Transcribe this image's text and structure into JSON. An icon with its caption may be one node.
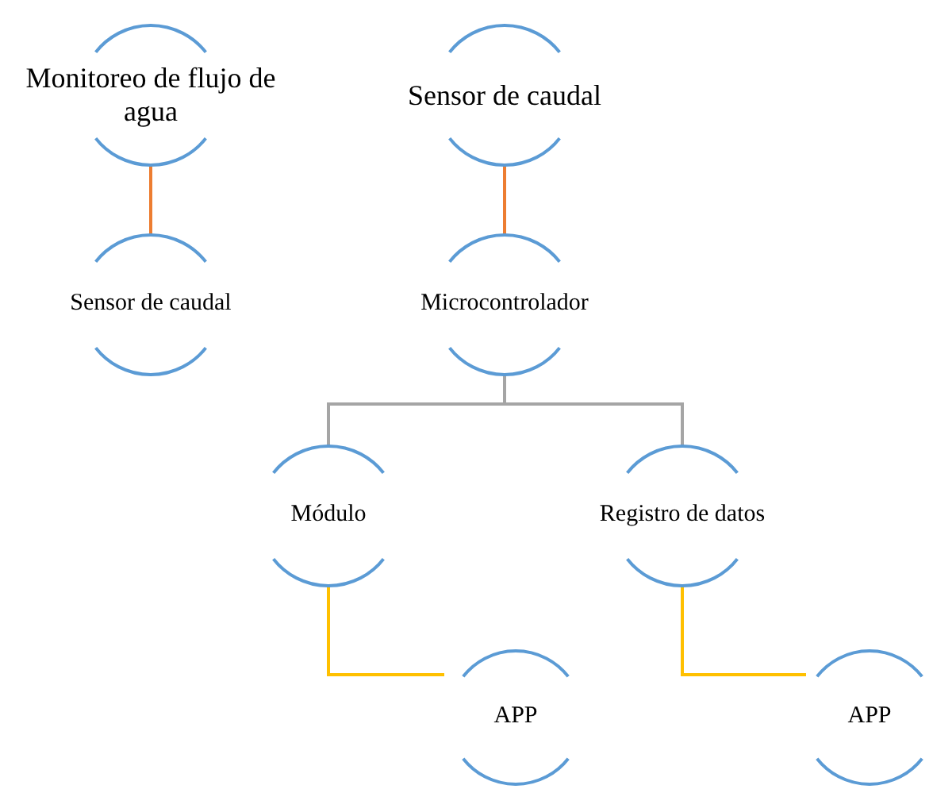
{
  "diagram": {
    "nodes": [
      {
        "text": [
          "Monitoreo de flujo de agua"
        ]
      },
      {
        "text": [
          "Sensor de caudal"
        ]
      },
      {
        "text": [
          "Sensor de caudal"
        ]
      },
      {
        "text": [
          "Microcontrolador"
        ]
      },
      {
        "text": [
          "Módulo"
        ]
      },
      {
        "text": [
          "Registro de datos"
        ]
      },
      {
        "text": [
          "APP"
        ]
      },
      {
        "text": [
          "APP"
        ]
      }
    ],
    "edges": [
      {
        "from": 0,
        "to": 1,
        "arrow": "none",
        "color": "#ed7d31"
      },
      {
        "from": 2,
        "to": 3,
        "arrow": "none",
        "color": "#ed7d31"
      },
      {
        "from": 3,
        "to": 4,
        "arrow": "none",
        "color": "#a5a5a5"
      },
      {
        "from": 3,
        "to": 5,
        "arrow": "none",
        "color": "#a5a5a5"
      },
      {
        "from": 4,
        "to": 6,
        "arrow": "none",
        "color": "#ffc000"
      },
      {
        "from": 5,
        "to": 7,
        "arrow": "none",
        "color": "#ffc000"
      }
    ]
  }
}
